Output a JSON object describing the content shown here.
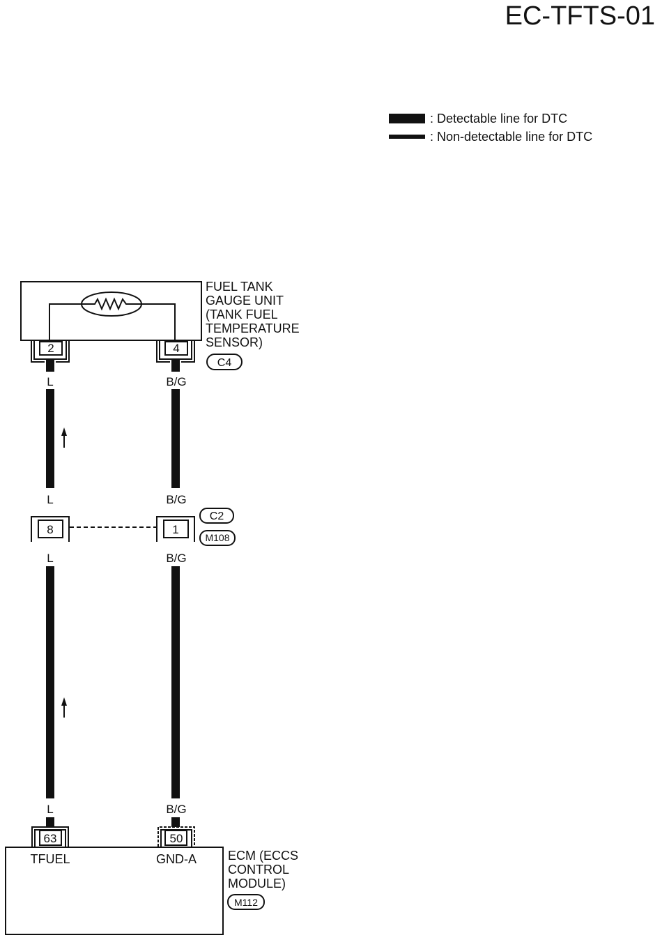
{
  "title": "EC-TFTS-01",
  "legend": {
    "detectable": ": Detectable line for DTC",
    "non_detectable": ": Non-detectable line for DTC"
  },
  "fuel_tank_gauge_unit": {
    "label_lines": [
      "FUEL TANK",
      "GAUGE UNIT",
      "(TANK FUEL",
      "TEMPERATURE",
      "SENSOR)"
    ],
    "connector_id": "C4",
    "pin_left": "2",
    "pin_right": "4"
  },
  "wire_colors": {
    "left": "L",
    "right": "B/G"
  },
  "junction": {
    "pin_left": "8",
    "pin_right": "1",
    "connector_ids": [
      "C2",
      "M108"
    ]
  },
  "ecm": {
    "label_lines": [
      "ECM (ECCS",
      "CONTROL",
      "MODULE)"
    ],
    "connector_id": "M112",
    "pin_left": "63",
    "pin_right": "50",
    "terminal_left": "TFUEL",
    "terminal_right": "GND-A"
  },
  "colors": {
    "line": "#111111",
    "background": "#ffffff"
  }
}
